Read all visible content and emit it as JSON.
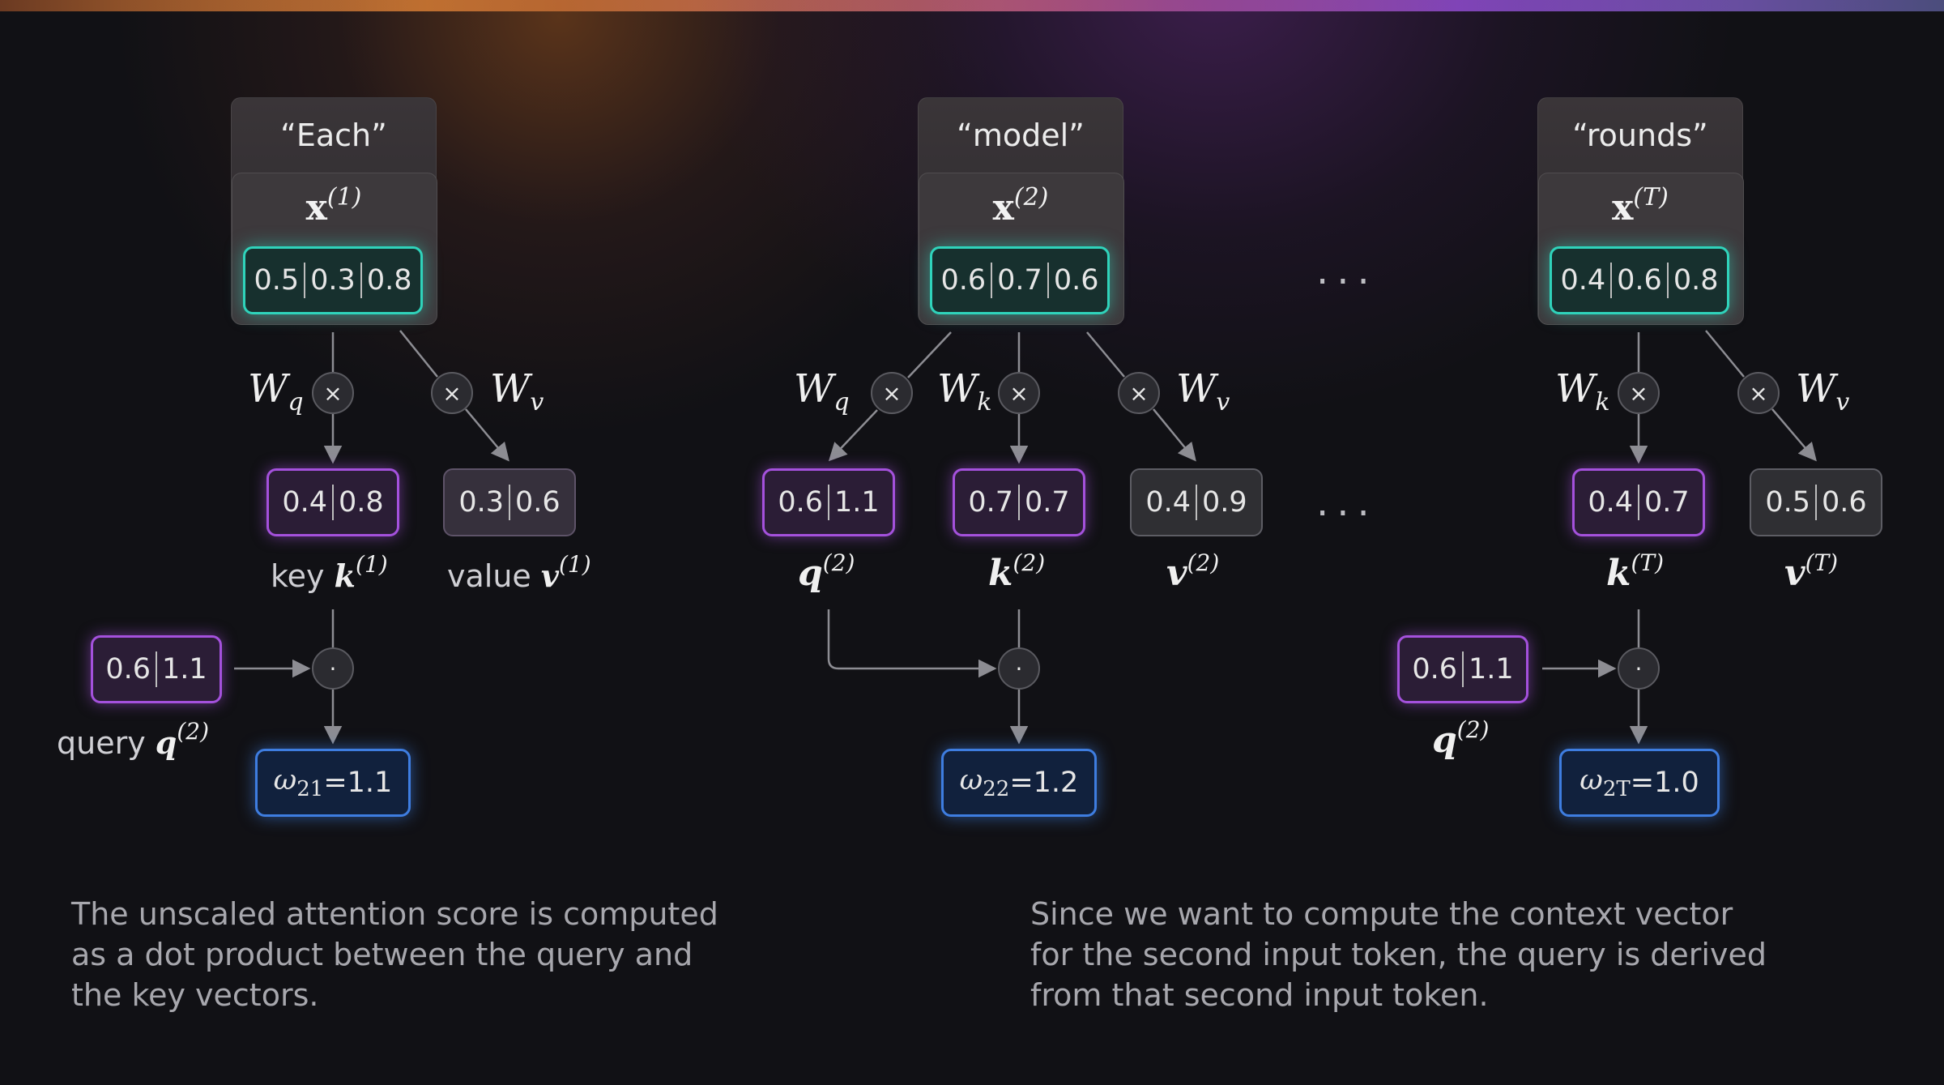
{
  "tokens": [
    {
      "word": "“Each”",
      "x_sup": "(1)",
      "vector": [
        "0.5",
        "0.3",
        "0.8"
      ]
    },
    {
      "word": "“model”",
      "x_sup": "(2)",
      "vector": [
        "0.6",
        "0.7",
        "0.6"
      ]
    },
    {
      "word": "“rounds”",
      "x_sup": "(T)",
      "vector": [
        "0.4",
        "0.6",
        "0.8"
      ]
    }
  ],
  "weights": {
    "q": "q",
    "k": "k",
    "v": "v",
    "W": "W"
  },
  "operators": {
    "multiply": "×",
    "dot": "·"
  },
  "ellipsis": "...",
  "group1": {
    "key_vec": [
      "0.4",
      "0.8"
    ],
    "value_vec": [
      "0.3",
      "0.6"
    ],
    "key_label": "key",
    "key_sym": "k",
    "key_sup": "(1)",
    "value_label": "value",
    "value_sym": "v",
    "value_sup": "(1)",
    "query_vec": [
      "0.6",
      "1.1"
    ],
    "query_label": "query",
    "query_sym": "q",
    "query_sup": "(2)",
    "score_sub": "21",
    "score_val": "=1.1"
  },
  "group2": {
    "q_vec": [
      "0.6",
      "1.1"
    ],
    "k_vec": [
      "0.7",
      "0.7"
    ],
    "v_vec": [
      "0.4",
      "0.9"
    ],
    "q_sym": "q",
    "q_sup": "(2)",
    "k_sym": "k",
    "k_sup": "(2)",
    "v_sym": "v",
    "v_sup": "(2)",
    "score_sub": "22",
    "score_val": "=1.2"
  },
  "group3": {
    "k_vec": [
      "0.4",
      "0.7"
    ],
    "v_vec": [
      "0.5",
      "0.6"
    ],
    "k_sym": "k",
    "k_sup": "(T)",
    "v_sym": "v",
    "v_sup": "(T)",
    "query_vec": [
      "0.6",
      "1.1"
    ],
    "query_sym": "q",
    "query_sup": "(2)",
    "score_sub": "2T",
    "score_val": "=1.0"
  },
  "omega_symbol": "ω",
  "captions": {
    "left": [
      "The unscaled attention score is computed",
      "as a dot product between the query and",
      "the key vectors."
    ],
    "right": [
      "Since we want to compute the context vector",
      "for the second input token, the query is derived",
      "from that second input token."
    ]
  }
}
